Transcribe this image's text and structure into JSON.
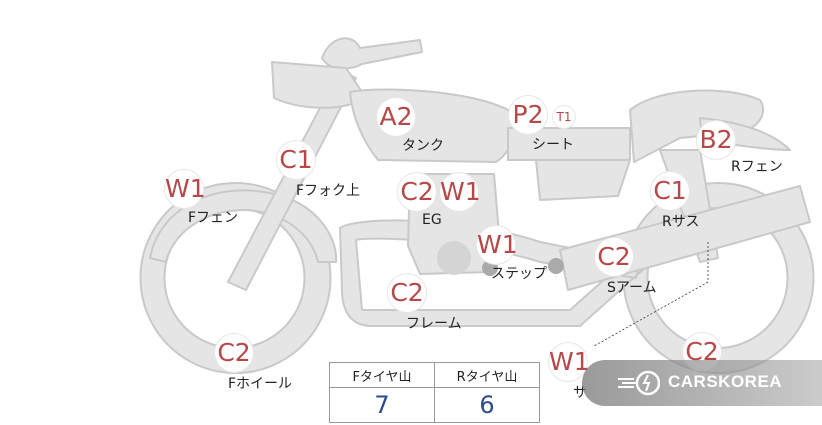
{
  "parts": [
    {
      "code": "C1",
      "label": "Fフォク上"
    },
    {
      "code": "A2",
      "label": "タンク"
    },
    {
      "code": "P2",
      "label": "シート"
    },
    {
      "code": "T1",
      "label": ""
    },
    {
      "code": "B2",
      "label": "Rフェン"
    },
    {
      "code": "W1",
      "label": "Fフェン"
    },
    {
      "code": "C2",
      "label": "EG"
    },
    {
      "code": "W1",
      "label": ""
    },
    {
      "code": "C1",
      "label": "Rサス"
    },
    {
      "code": "W1",
      "label": "ステップ"
    },
    {
      "code": "C2",
      "label": "Sアーム"
    },
    {
      "code": "C2",
      "label": "フレーム"
    },
    {
      "code": "C2",
      "label": "Fホイール"
    },
    {
      "code": "W1",
      "label": "サ"
    },
    {
      "code": "C2",
      "label": ""
    }
  ],
  "tire_table": {
    "front_header": "Fタイヤ山",
    "rear_header": "Rタイヤ山",
    "front_value": "7",
    "rear_value": "6"
  },
  "watermark": {
    "text": "CARSKOREA",
    "icon": "carskorea-logo-icon"
  },
  "colors": {
    "bike_fill": "#e5e5e5",
    "bike_stroke": "#c9c9c9",
    "code_text": "#b54848",
    "value_text": "#2a4a8a"
  }
}
